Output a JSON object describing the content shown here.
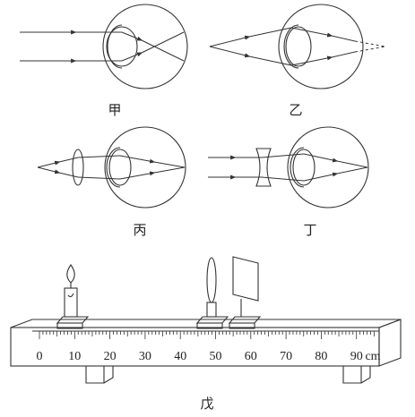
{
  "labels": {
    "jia": "甲",
    "yi": "乙",
    "bing": "丙",
    "ding": "丁",
    "wu": "戊"
  },
  "ruler": {
    "ticks": [
      "0",
      "10",
      "20",
      "30",
      "40",
      "50",
      "60",
      "70",
      "80",
      "90"
    ],
    "unit": "cm",
    "candle_cm": 10,
    "lens_cm": 50,
    "screen_cm": 60
  }
}
